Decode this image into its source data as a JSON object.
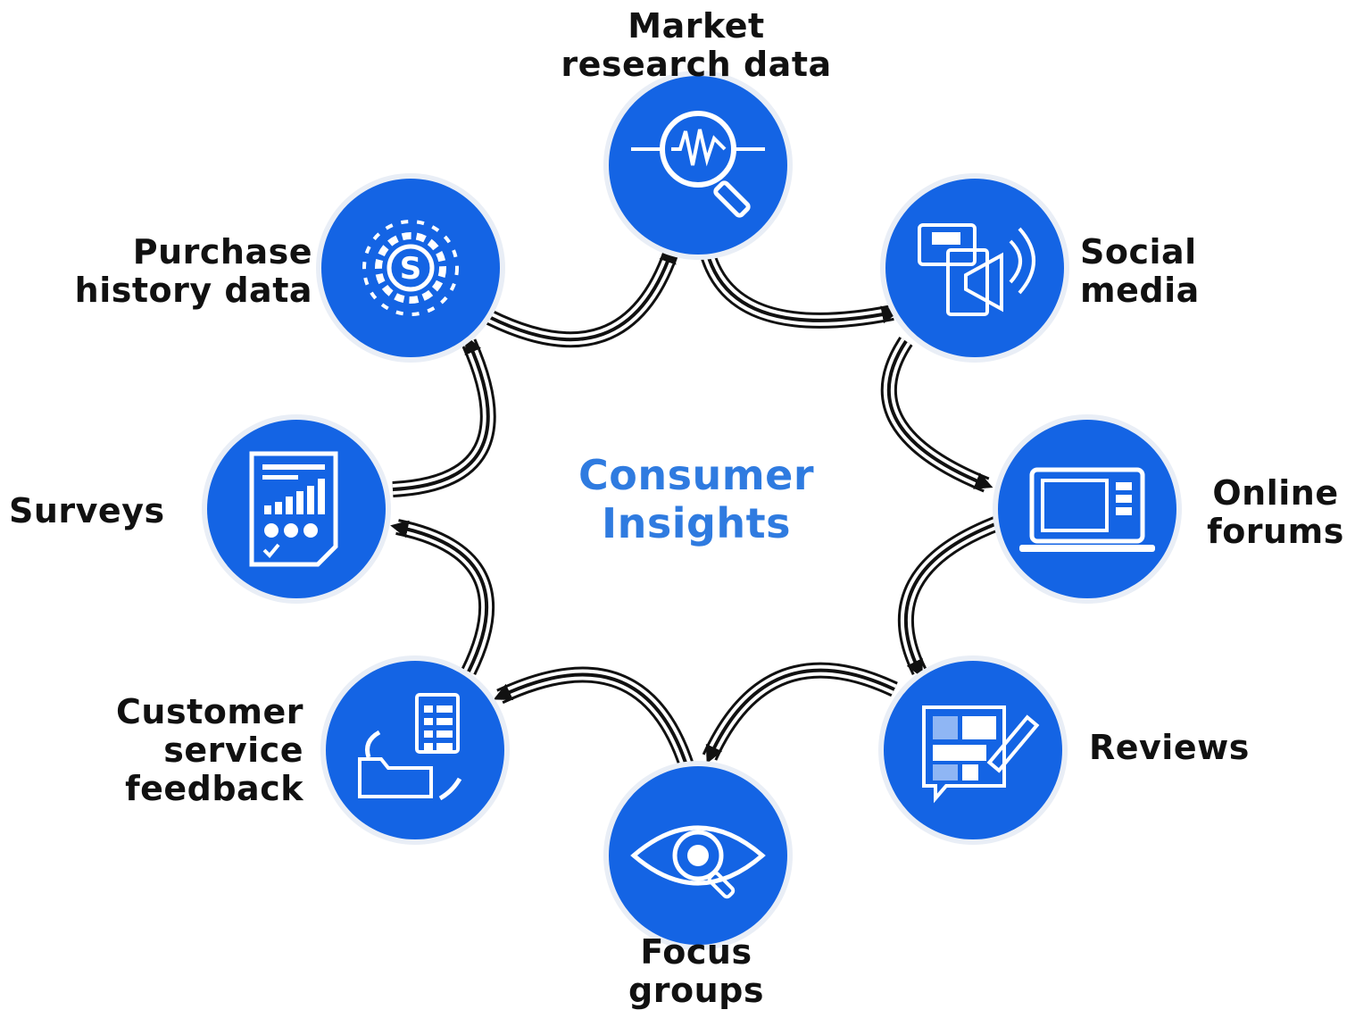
{
  "diagram": {
    "center_title": "Consumer\nInsights",
    "colors": {
      "node_fill": "#1464e4",
      "node_ring": "#e9eef6",
      "icon_stroke": "#ffffff",
      "arrow": "#111111",
      "center_text": "#2f7be0"
    },
    "nodes": [
      {
        "id": "market-research",
        "label": "Market\nresearch data",
        "icon": "magnifier-chart-icon"
      },
      {
        "id": "social-media",
        "label": "Social\nmedia",
        "icon": "megaphone-icon"
      },
      {
        "id": "online-forums",
        "label": "Online\nforums",
        "icon": "laptop-icon"
      },
      {
        "id": "reviews",
        "label": "Reviews",
        "icon": "review-pencil-icon"
      },
      {
        "id": "focus-groups",
        "label": "Focus\ngroups",
        "icon": "eye-icon"
      },
      {
        "id": "customer-service",
        "label": "Customer\nservice\nfeedback",
        "icon": "folder-list-icon"
      },
      {
        "id": "surveys",
        "label": "Surveys",
        "icon": "survey-chart-icon"
      },
      {
        "id": "purchase-history",
        "label": "Purchase\nhistory data",
        "icon": "dollar-gear-icon"
      }
    ],
    "cycle_direction": "clockwise"
  }
}
